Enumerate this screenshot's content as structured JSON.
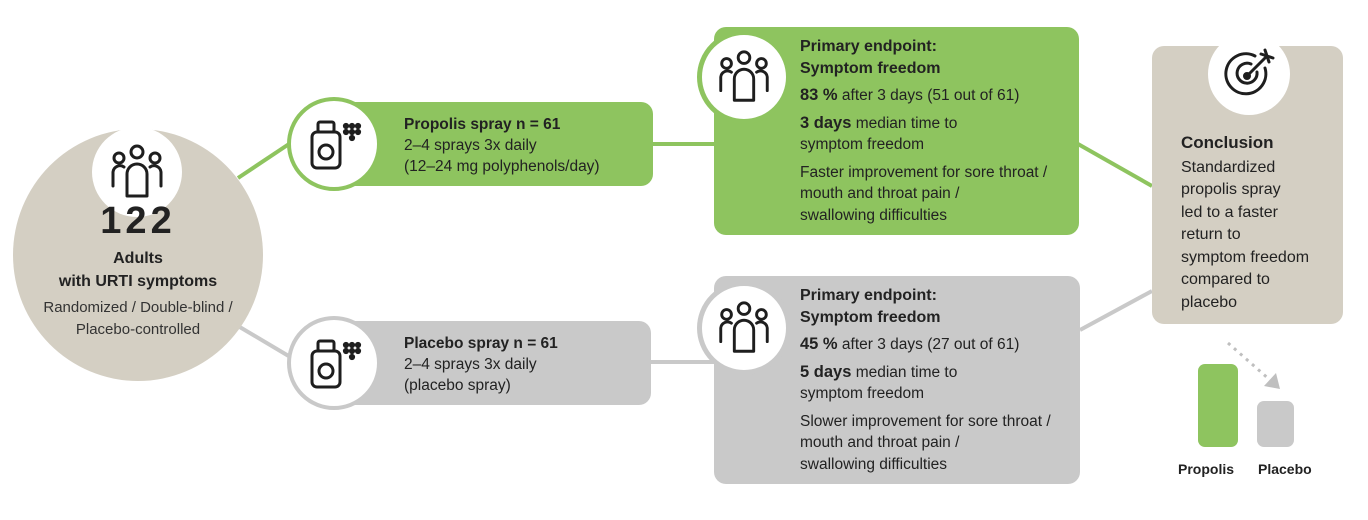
{
  "participants": {
    "count": "122",
    "label_line1": "Adults",
    "label_line2": "with URTI symptoms",
    "design_line1": "Randomized / Double-blind /",
    "design_line2": "Placebo-controlled",
    "icon": "people-group-icon"
  },
  "arms": {
    "propolis": {
      "title": "Propolis spray n = 61",
      "line1": "2–4 sprays 3x daily",
      "line2": "(12–24 mg polyphenols/day)",
      "icon": "spray-bottle-icon"
    },
    "placebo": {
      "title": "Placebo spray n = 61",
      "line1": "2–4 sprays 3x daily",
      "line2": "(placebo spray)",
      "icon": "spray-bottle-icon"
    }
  },
  "results": {
    "propolis": {
      "endpoint_line1": "Primary endpoint:",
      "endpoint_line2": "Symptom freedom",
      "pct": "83 %",
      "pct_detail": "after 3 days (51 out of 61)",
      "days": "3 days",
      "days_detail_1": "median time to",
      "days_detail_2": "symptom freedom",
      "note_line1": "Faster improvement for sore throat /",
      "note_line2": "mouth and throat pain /",
      "note_line3": "swallowing difficulties",
      "icon": "people-group-icon"
    },
    "placebo": {
      "endpoint_line1": "Primary endpoint:",
      "endpoint_line2": "Symptom freedom",
      "pct": "45 %",
      "pct_detail": "after 3 days (27 out of 61)",
      "days": "5 days",
      "days_detail_1": "median time to",
      "days_detail_2": "symptom freedom",
      "note_line1": "Slower improvement for sore throat /",
      "note_line2": "mouth and throat pain /",
      "note_line3": "swallowing difficulties",
      "icon": "people-group-icon"
    }
  },
  "conclusion": {
    "title": "Conclusion",
    "lines": [
      "Standardized",
      "propolis spray",
      "led to a faster",
      "return to",
      "symptom freedom",
      "compared to",
      "placebo"
    ],
    "icon": "target-arrow-icon"
  },
  "comparison": {
    "propolis_label": "Propolis",
    "placebo_label": "Placebo"
  },
  "colors": {
    "green": "#8ec45f",
    "gray": "#c9c9c9",
    "beige": "#d4cfc3"
  }
}
